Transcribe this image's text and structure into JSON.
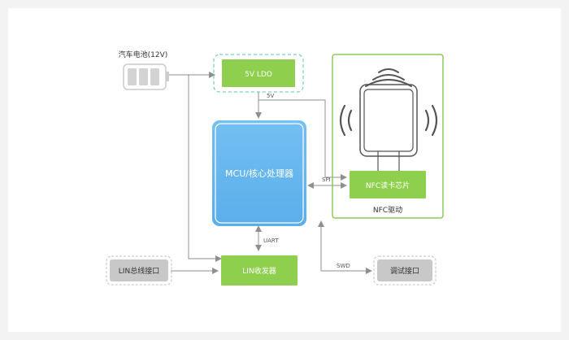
{
  "diagram": {
    "battery_label": "汽车电池(12V)",
    "ldo_label": "5V LDO",
    "mcu_label": "MCU/核心处理器",
    "nfc_chip_label": "NFC读卡芯片",
    "nfc_group_label": "NFC驱动",
    "lin_transceiver_label": "LIN收发器",
    "lin_interface_label": "LIN总线接口",
    "debug_interface_label": "调试接口",
    "signal_5v": "5V",
    "signal_spi": "SPI",
    "signal_uart": "UART",
    "signal_swd": "SWD"
  },
  "colors": {
    "green": "#8fcf4e",
    "green_border": "#8cc85a",
    "blue": "#6ab7ef",
    "grey_box": "#c8c8c8",
    "line": "#8f8f8f"
  }
}
